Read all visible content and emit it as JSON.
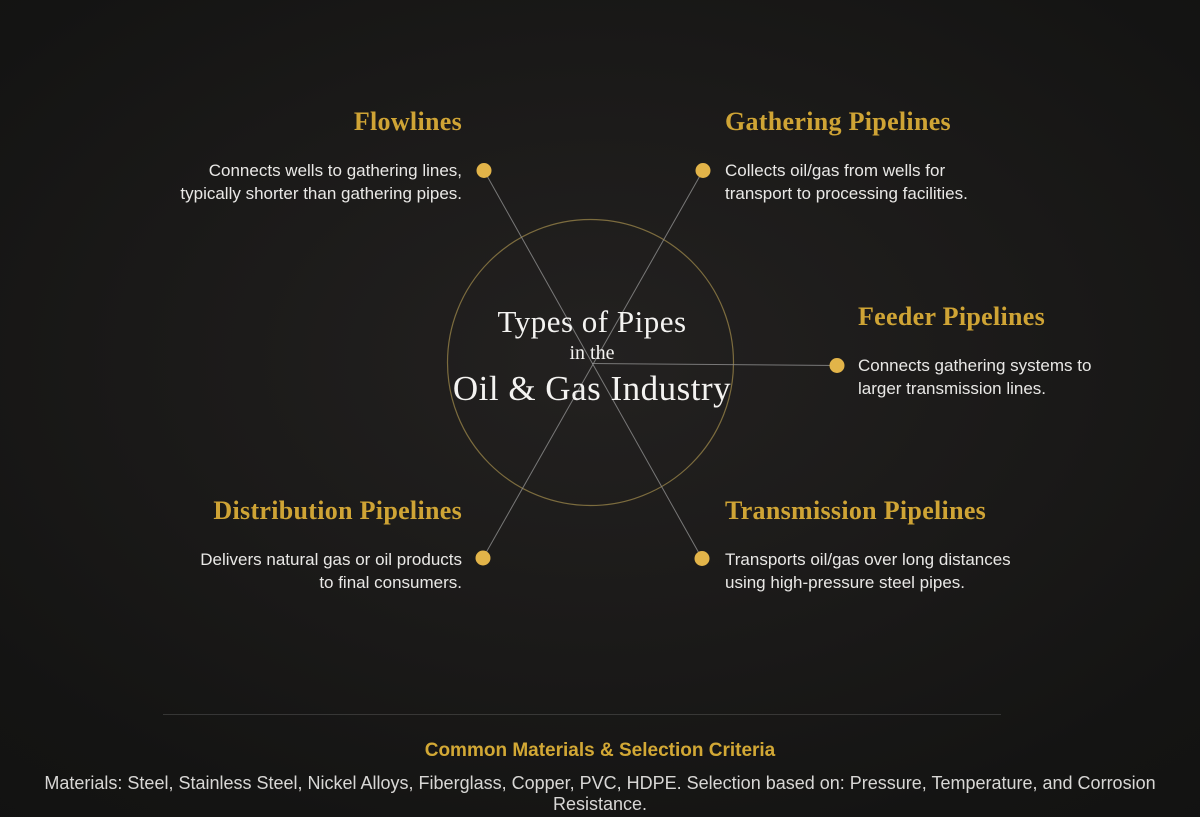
{
  "center": {
    "line1": "Types of Pipes",
    "line2": "in the",
    "line3": "Oil & Gas Industry"
  },
  "items": [
    {
      "id": "flowlines",
      "title": "Flowlines",
      "description": "Connects wells to gathering lines,\ntypically shorter than gathering pipes."
    },
    {
      "id": "gathering-pipelines",
      "title": "Gathering Pipelines",
      "description": "Collects oil/gas from wells for\ntransport to processing facilities."
    },
    {
      "id": "feeder-pipelines",
      "title": "Feeder Pipelines",
      "description": "Connects gathering systems to\nlarger transmission lines."
    },
    {
      "id": "transmission-pipelines",
      "title": "Transmission Pipelines",
      "description": "Transports oil/gas over long distances\nusing high-pressure steel pipes."
    },
    {
      "id": "distribution-pipelines",
      "title": "Distribution Pipelines",
      "description": "Delivers natural gas or oil products\nto final consumers."
    }
  ],
  "footer": {
    "title": "Common Materials & Selection Criteria",
    "text": "Materials: Steel, Stainless Steel, Nickel Alloys, Fiberglass, Copper, PVC, HDPE. Selection based on: Pressure, Temperature, and Corrosion Resistance."
  },
  "colors": {
    "background": "#161514",
    "accent_gold": "#cfa435",
    "dot_gold": "#e2b449",
    "circle_stroke": "#8d7a44",
    "connector_gray": "#8f8f8f",
    "body_text": "#e9e8e6",
    "footer_text": "#d8d7d5"
  }
}
